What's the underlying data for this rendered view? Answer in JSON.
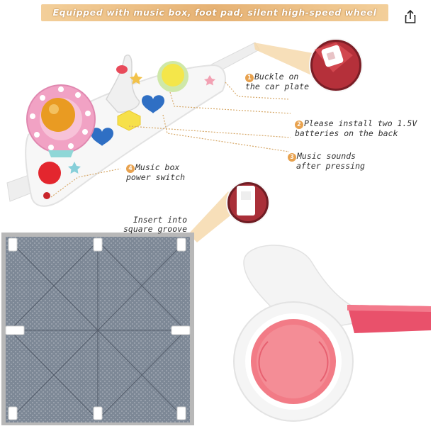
{
  "banner": {
    "text": "Equipped with music box, foot pad, silent high-speed wheel"
  },
  "share": {
    "icon": "share-icon"
  },
  "callouts": [
    {
      "number": "1",
      "line1": "Buckle on",
      "line2": "the car plate"
    },
    {
      "number": "2",
      "line1": "Please install two 1.5V",
      "line2": "batteries on the back"
    },
    {
      "number": "3",
      "line1": "Music sounds",
      "line2": "after pressing"
    },
    {
      "number": "4",
      "line1": "Music box",
      "line2": "power switch"
    }
  ],
  "pad_note": {
    "line1": "Insert into",
    "line2": "square groove"
  },
  "colors": {
    "banner": "#e6b274",
    "callout_number": "#e8a24f",
    "pink_wheel": "#f27b86",
    "foot_pad": "#7d8896",
    "car_plate": "#ffffff"
  }
}
